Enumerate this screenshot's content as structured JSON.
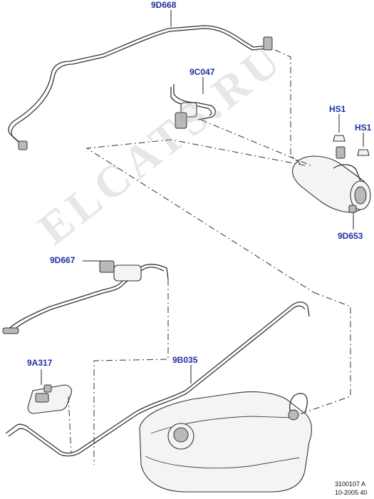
{
  "labels": {
    "p9D668": "9D668",
    "p9C047": "9C047",
    "pHS1a": "HS1",
    "pHS1b": "HS1",
    "p9D653": "9D653",
    "p9D667": "9D667",
    "p9A317": "9A317",
    "p9B035": "9B035"
  },
  "footer": {
    "code": "3100107 A",
    "date": "10-2005 40"
  },
  "watermark": "ELCATS.RU",
  "colors": {
    "label": "#1f2fa0",
    "line": "#333333"
  }
}
